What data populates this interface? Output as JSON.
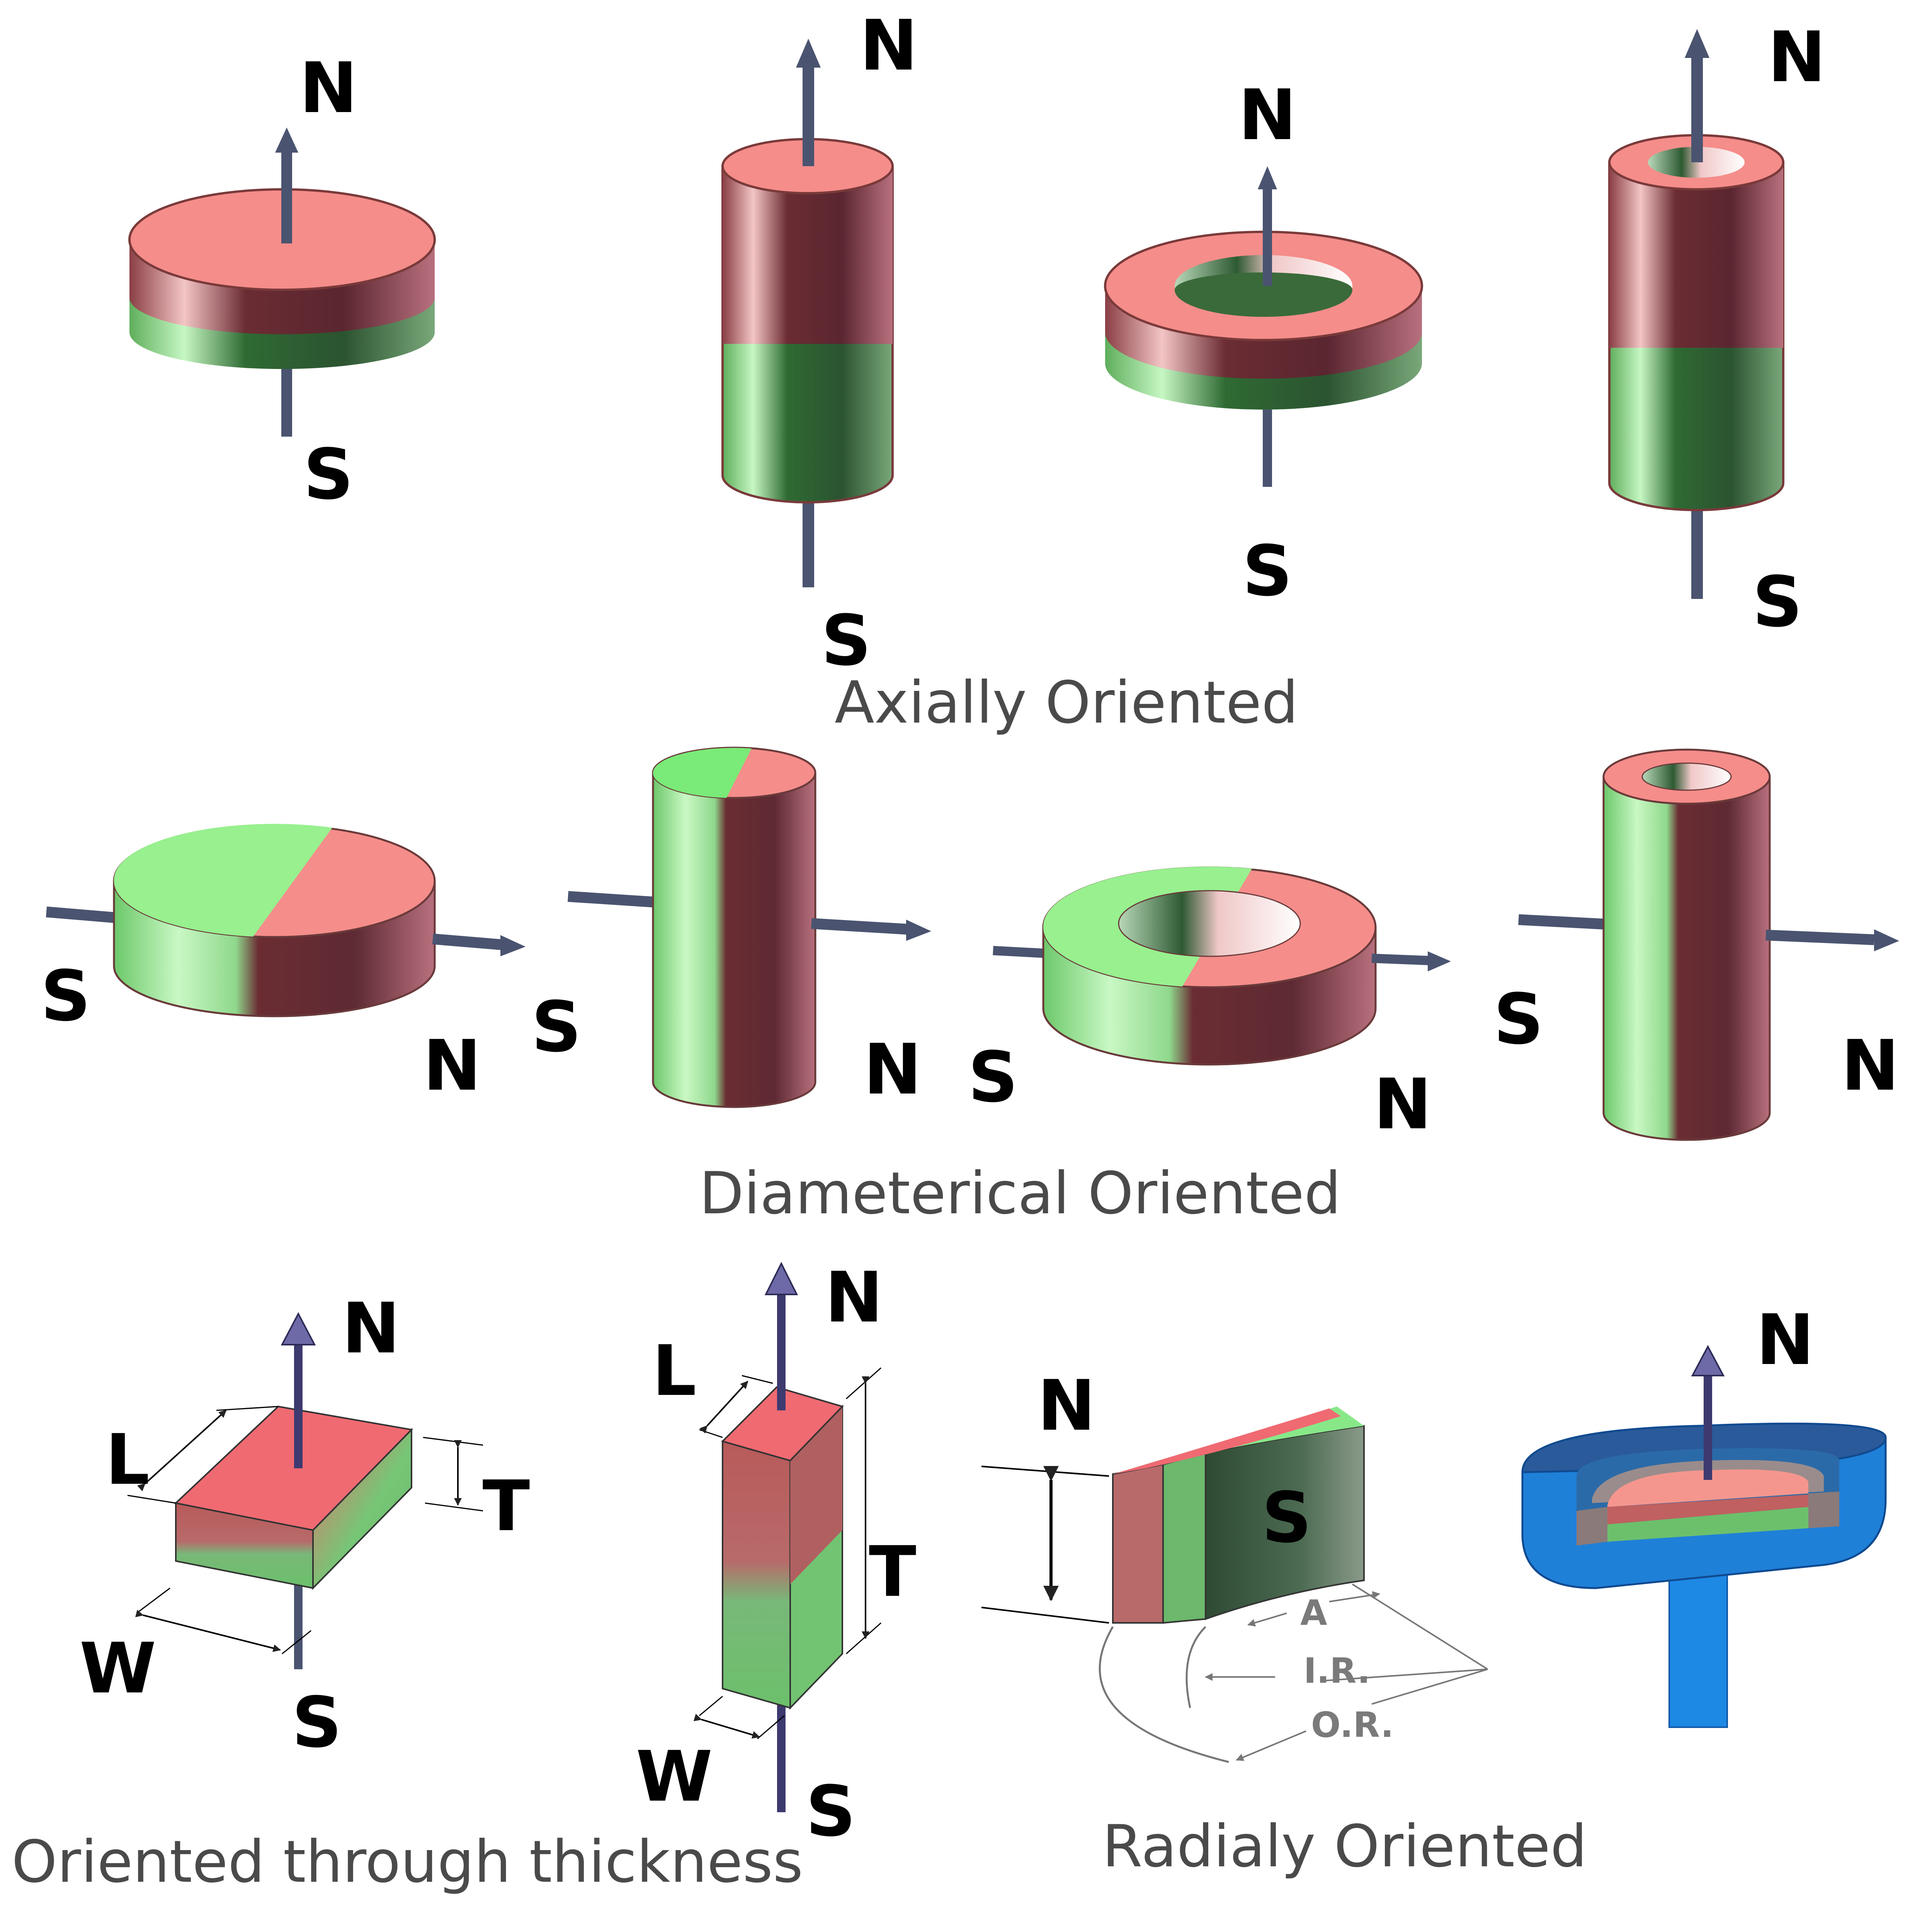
{
  "poles": {
    "north": "N",
    "south": "S"
  },
  "captions": {
    "axial": "Axially Oriented",
    "diametrical": "Diameterical Oriented",
    "thickness": "Oriented through thickness",
    "radial": "Radialy Oriented"
  },
  "dimensions": {
    "length": "L",
    "width": "W",
    "thickness": "T",
    "arc": "A",
    "inner_radius": "I.R.",
    "outer_radius": "O.R."
  },
  "colors": {
    "north": "#f58d8a",
    "south": "#7cd67a",
    "dark_north": "#6a2e34",
    "dark_south": "#2f5a32",
    "axis": "#4a5470",
    "arrow_blue": "#6e6aa8",
    "holder": "#1f7fd8"
  }
}
